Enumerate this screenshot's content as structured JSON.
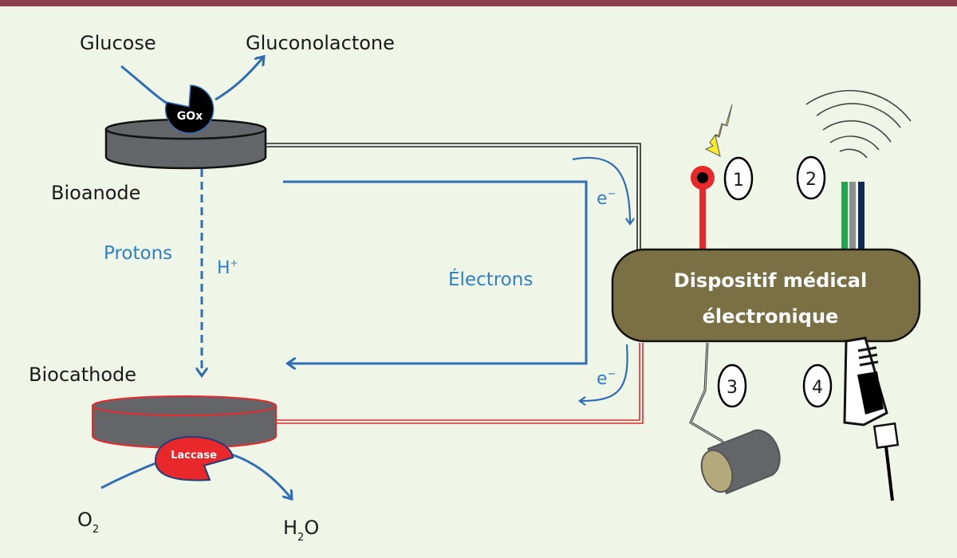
{
  "colors": {
    "top_bar": "#8b3f4f",
    "background": "#eff6e8",
    "flow_blue": "#2f6db5",
    "label_blue": "#2f7fc1",
    "device_fill": "#7a7043",
    "electrode_grey": "#636568",
    "cathode_red": "#e8282b",
    "enzyme_gox": "#000000",
    "enzyme_laccase": "#e8282b",
    "bolt_yellow": "#f6ec2a"
  },
  "anode": {
    "label": "Bioanode",
    "enzyme": "GOx",
    "substrate": "Glucose",
    "product": "Gluconolactone"
  },
  "cathode": {
    "label": "Biocathode",
    "enzyme": "Laccase",
    "substrate": {
      "base": "O",
      "sub": "2"
    },
    "product": {
      "h": "H",
      "sub": "2",
      "o": "O"
    }
  },
  "protons": {
    "label": "Protons",
    "symbol": "H",
    "charge": "+"
  },
  "electrons": {
    "label": "Électrons",
    "symbol_top": "e",
    "symbol_bottom": "e",
    "charge": "−"
  },
  "device": {
    "line1": "Dispositif médical",
    "line2": "électronique"
  },
  "markers": [
    "1",
    "2",
    "3",
    "4"
  ]
}
